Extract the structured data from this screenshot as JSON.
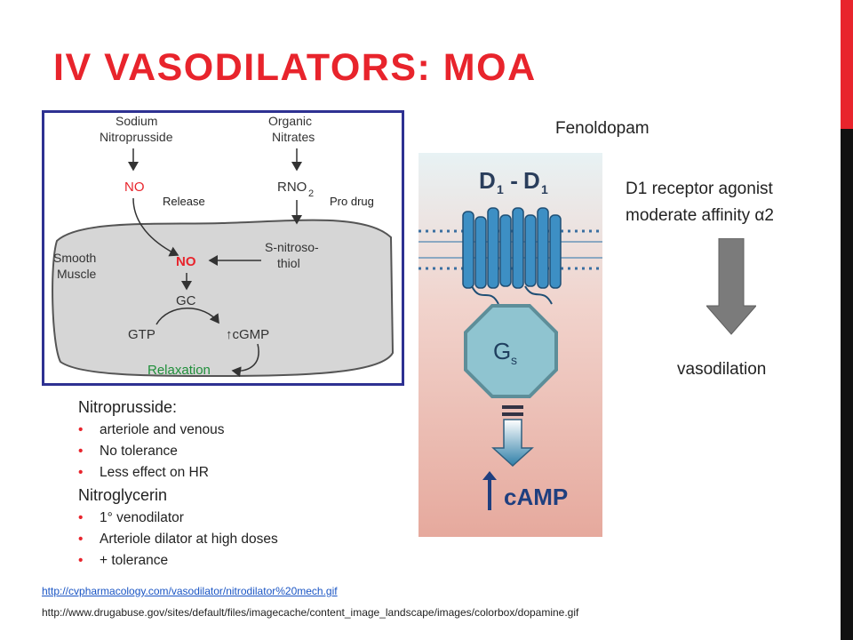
{
  "slide": {
    "title": "IV VASODILATORS: MOA",
    "accent_color": "#e8242c"
  },
  "diagram_no": {
    "sodium_nitroprusside": [
      "Sodium",
      "Nitroprusside"
    ],
    "organic_nitrates": [
      "Organic",
      "Nitrates"
    ],
    "no_label": "NO",
    "rno2_label": "RNO",
    "rno2_sub": "2",
    "release_label": "Release",
    "prodrug_label": "Pro drug",
    "smooth_muscle": [
      "Smooth",
      "Muscle"
    ],
    "no_center": "NO",
    "s_nitrosothiol": [
      "S-nitroso-",
      "thiol"
    ],
    "gc_label": "GC",
    "gtp_label": "GTP",
    "cgmp_label": "↑cGMP",
    "relaxation_label": "Relaxation"
  },
  "diagram_d1": {
    "receptor_label": "D",
    "receptor_sub": "1",
    "dash": " - ",
    "gs_label": "G",
    "gs_sub": "s",
    "camp_label": "cAMP"
  },
  "fenoldopam": {
    "title": "Fenoldopam",
    "line1": "D1 receptor agonist",
    "line2": "moderate affinity α2",
    "result": "vasodilation"
  },
  "bullets": {
    "nitroprusside_head": "Nitroprusside:",
    "nitroprusside_items": [
      "arteriole and venous",
      "No tolerance",
      "Less effect on HR"
    ],
    "nitroglycerin_head": "Nitroglycerin",
    "nitroglycerin_items": [
      "1° venodilator",
      "Arteriole dilator at high doses",
      "+ tolerance"
    ],
    "bullet_glyph": "•"
  },
  "sources": {
    "link1": "http://cvpharmacology.com/vasodilator/nitrodilator%20mech.gif",
    "link2": "http://www.drugabuse.gov/sites/default/files/imagecache/content_image_landscape/images/colorbox/dopamine.gif"
  }
}
